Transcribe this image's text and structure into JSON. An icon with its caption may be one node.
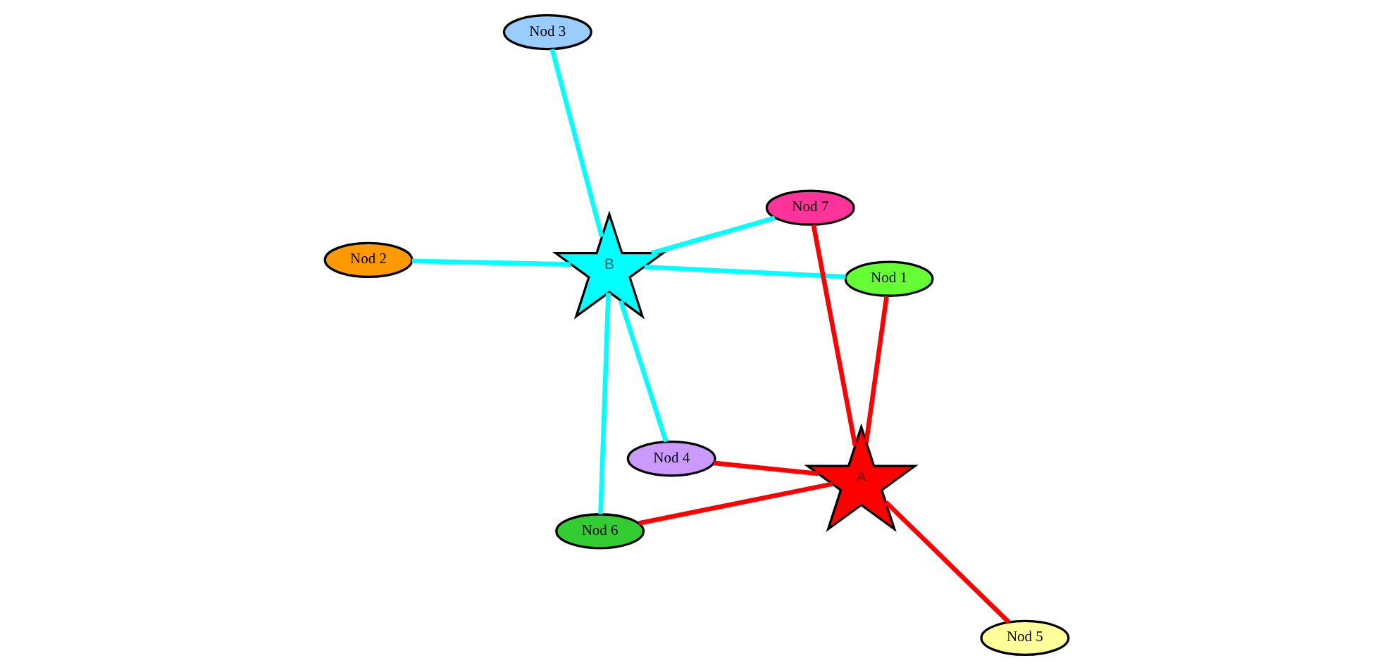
{
  "diagram": {
    "nodes": [
      {
        "text": [
          "Nod 3"
        ]
      },
      {
        "text": [
          "Nod 1"
        ]
      },
      {
        "text": [
          "Nod 6"
        ]
      },
      {
        "text": [
          "Nod 7"
        ]
      },
      {
        "text": [
          "B"
        ]
      },
      {
        "text": [
          "A"
        ]
      },
      {
        "text": [
          "Nod 5"
        ]
      },
      {
        "text": [
          "Nod 4"
        ]
      },
      {
        "text": [
          "Nod 2"
        ]
      }
    ],
    "edges": [
      {
        "from": 1,
        "to": 4,
        "arrow": "none"
      },
      {
        "from": 0,
        "to": 4,
        "arrow": "none"
      },
      {
        "from": 4,
        "to": 2,
        "arrow": "none"
      },
      {
        "from": 4,
        "to": 3,
        "arrow": "none"
      },
      {
        "from": 4,
        "to": 7,
        "arrow": "none"
      },
      {
        "from": 4,
        "to": 8,
        "arrow": "none"
      },
      {
        "from": 1,
        "to": 5,
        "arrow": "none",
        "color": "#ff0000"
      },
      {
        "from": 7,
        "to": 5,
        "arrow": "none",
        "color": "#ff0000"
      },
      {
        "from": 5,
        "to": 2,
        "arrow": "none",
        "color": "#ff0000"
      },
      {
        "from": 5,
        "to": 3,
        "arrow": "none",
        "color": "#ff0000"
      },
      {
        "from": 5,
        "to": 6,
        "arrow": "none",
        "color": "#ff0000"
      }
    ]
  }
}
